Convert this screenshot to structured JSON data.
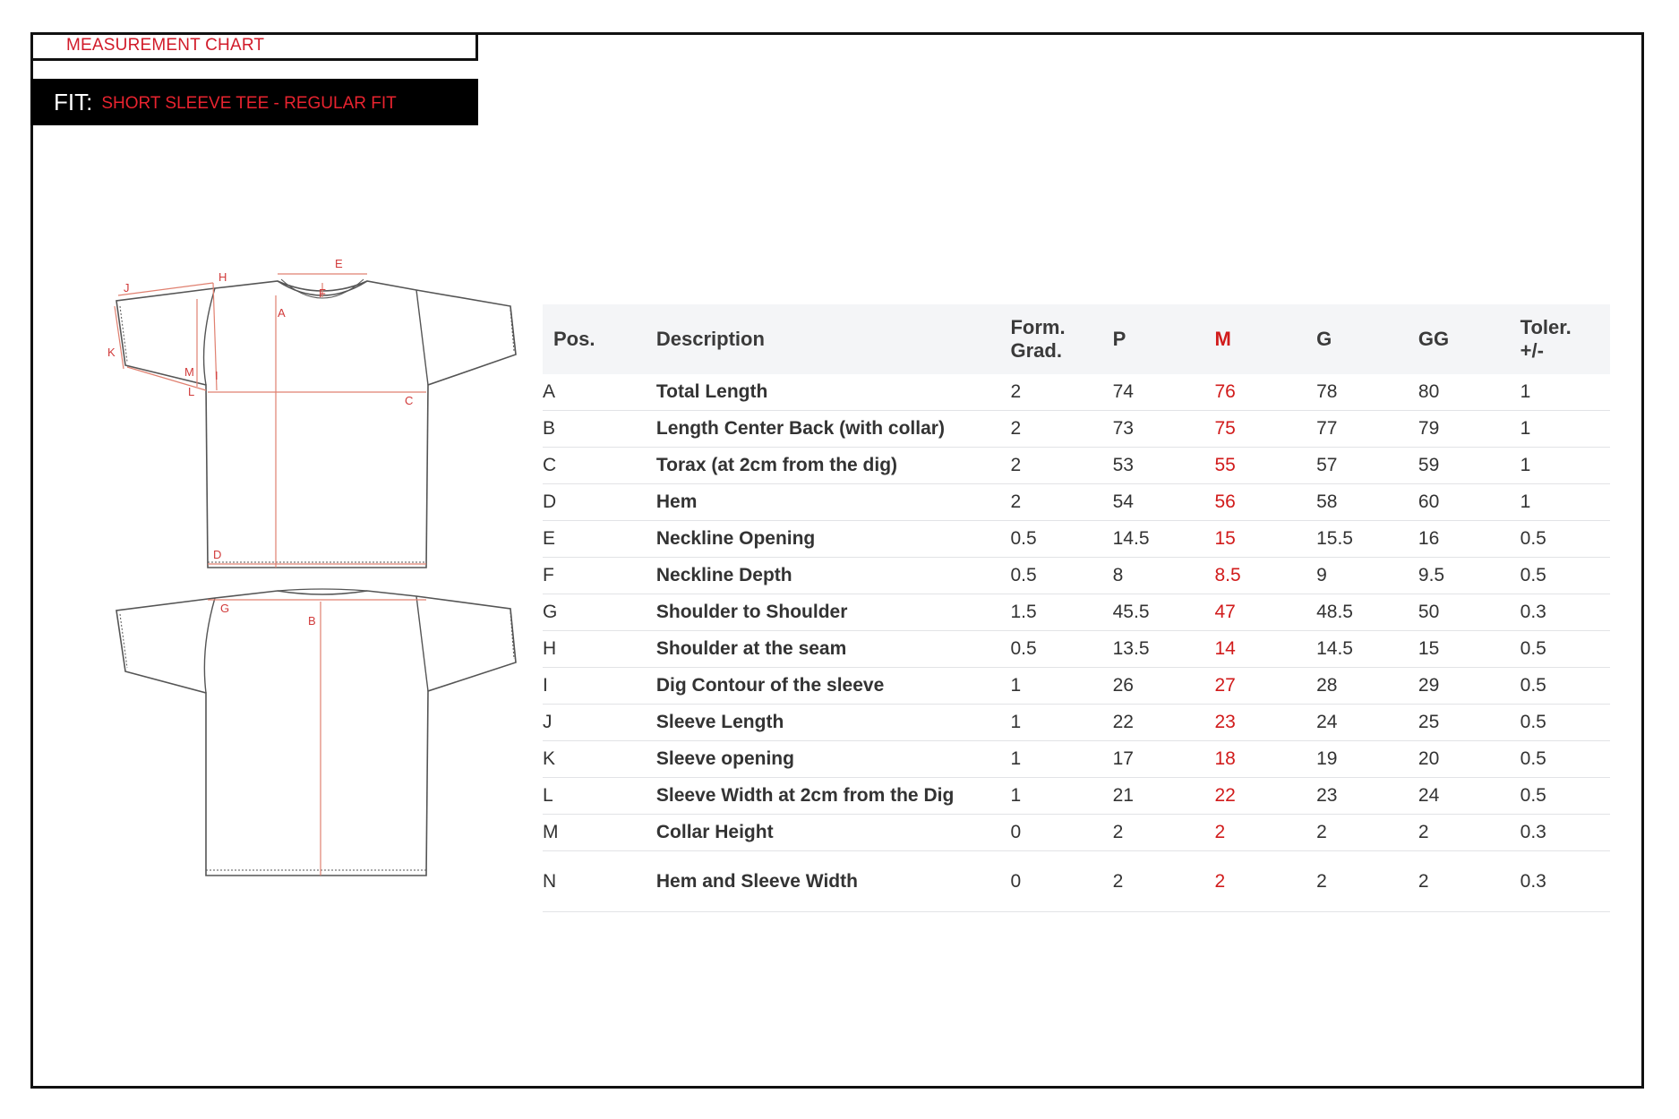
{
  "header": {
    "title": "MEASUREMENT CHART",
    "fit_label": "FIT:",
    "fit_value": "SHORT SLEEVE TEE - REGULAR FIT"
  },
  "diagram": {
    "labels": [
      "A",
      "B",
      "C",
      "D",
      "E",
      "F",
      "G",
      "H",
      "I",
      "J",
      "K",
      "L",
      "M"
    ]
  },
  "table": {
    "headers": {
      "pos": "Pos.",
      "description": "Description",
      "grad_line1": "Form.",
      "grad_line2": "Grad.",
      "p": "P",
      "m": "M",
      "g": "G",
      "gg": "GG",
      "tol_line1": "Toler.",
      "tol_line2": "+/-"
    },
    "rows": [
      {
        "pos": "A",
        "desc": "Total Length",
        "grad": "2",
        "p": "74",
        "m": "76",
        "g": "78",
        "gg": "80",
        "tol": "1"
      },
      {
        "pos": "B",
        "desc": "Length Center Back (with collar)",
        "grad": "2",
        "p": "73",
        "m": "75",
        "g": "77",
        "gg": "79",
        "tol": "1"
      },
      {
        "pos": "C",
        "desc": "Torax (at 2cm from the dig)",
        "grad": "2",
        "p": "53",
        "m": "55",
        "g": "57",
        "gg": "59",
        "tol": "1"
      },
      {
        "pos": "D",
        "desc": "Hem",
        "grad": "2",
        "p": "54",
        "m": "56",
        "g": "58",
        "gg": "60",
        "tol": "1"
      },
      {
        "pos": "E",
        "desc": "Neckline Opening",
        "grad": "0.5",
        "p": "14.5",
        "m": "15",
        "g": "15.5",
        "gg": "16",
        "tol": "0.5"
      },
      {
        "pos": "F",
        "desc": "Neckline Depth",
        "grad": "0.5",
        "p": "8",
        "m": "8.5",
        "g": "9",
        "gg": "9.5",
        "tol": "0.5"
      },
      {
        "pos": "G",
        "desc": "Shoulder to Shoulder",
        "grad": "1.5",
        "p": "45.5",
        "m": "47",
        "g": "48.5",
        "gg": "50",
        "tol": "0.3"
      },
      {
        "pos": "H",
        "desc": "Shoulder at the seam",
        "grad": "0.5",
        "p": "13.5",
        "m": "14",
        "g": "14.5",
        "gg": "15",
        "tol": "0.5"
      },
      {
        "pos": "I",
        "desc": "Dig Contour of the sleeve",
        "grad": "1",
        "p": "26",
        "m": "27",
        "g": "28",
        "gg": "29",
        "tol": "0.5"
      },
      {
        "pos": "J",
        "desc": "Sleeve Length",
        "grad": "1",
        "p": "22",
        "m": "23",
        "g": "24",
        "gg": "25",
        "tol": "0.5"
      },
      {
        "pos": "K",
        "desc": "Sleeve opening",
        "grad": "1",
        "p": "17",
        "m": "18",
        "g": "19",
        "gg": "20",
        "tol": "0.5"
      },
      {
        "pos": "L",
        "desc": "Sleeve Width at 2cm from the Dig",
        "grad": "1",
        "p": "21",
        "m": "22",
        "g": "23",
        "gg": "24",
        "tol": "0.5"
      },
      {
        "pos": "M",
        "desc": "Collar Height",
        "grad": "0",
        "p": "2",
        "m": "2",
        "g": "2",
        "gg": "2",
        "tol": "0.3"
      },
      {
        "pos": "N",
        "desc": "Hem and Sleeve Width",
        "grad": "0",
        "p": "2",
        "m": "2",
        "g": "2",
        "gg": "2",
        "tol": "0.3"
      }
    ]
  },
  "colors": {
    "accent": "#d11b2a",
    "size_m": "#d11b1b",
    "header_bg": "#f4f5f7",
    "fit_bar": "#000000"
  }
}
